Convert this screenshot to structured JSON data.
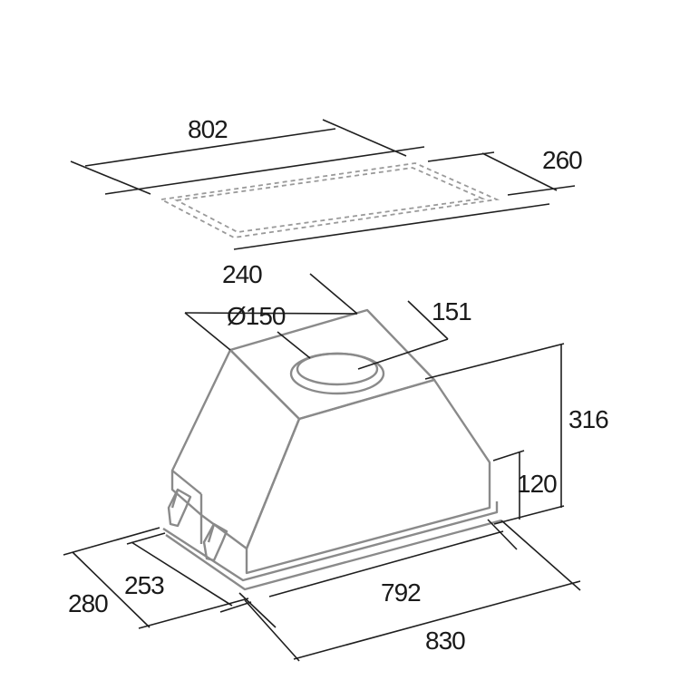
{
  "dimensions": {
    "cutout_width": "802",
    "cutout_depth": "260",
    "outlet_box_width": "240",
    "outlet_diameter": "Ø150",
    "outlet_offset": "151",
    "total_height": "316",
    "lower_section_height": "120",
    "body_depth": "253",
    "total_depth": "280",
    "body_width": "792",
    "total_width": "830"
  },
  "colors": {
    "dimension_lines": "#1f1f1f",
    "product_outline": "#8a8a8a"
  }
}
